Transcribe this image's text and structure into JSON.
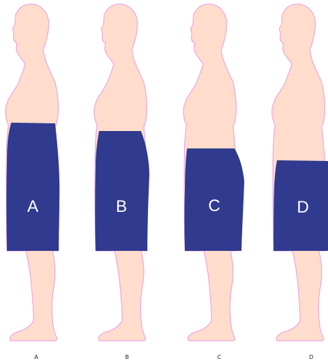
{
  "colors": {
    "skin": "#ffdccb",
    "outline": "#e79ae8",
    "garment": "#303a8f",
    "label": "#ffffff",
    "caption": "#222222"
  },
  "figures": [
    {
      "id": "A",
      "garment_label": "A",
      "caption": "A"
    },
    {
      "id": "B",
      "garment_label": "B",
      "caption": "B"
    },
    {
      "id": "C",
      "garment_label": "C",
      "caption": "C"
    },
    {
      "id": "D",
      "garment_label": "D",
      "caption": "D"
    }
  ]
}
